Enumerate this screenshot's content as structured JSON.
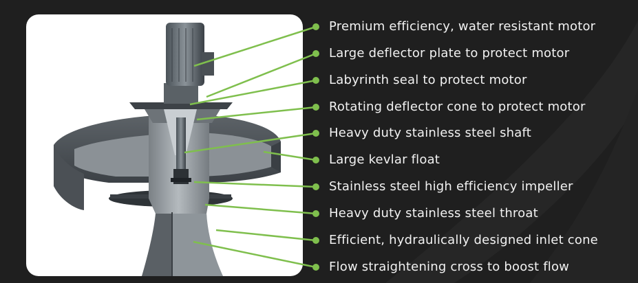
{
  "diagram": {
    "accent_color": "#7fbf4d",
    "callouts": [
      {
        "text": "Premium efficiency, water resistant motor"
      },
      {
        "text": "Large deflector plate to protect motor"
      },
      {
        "text": "Labyrinth seal to protect motor"
      },
      {
        "text": "Rotating deflector cone to protect motor"
      },
      {
        "text": "Heavy duty stainless steel shaft"
      },
      {
        "text": "Large kevlar float"
      },
      {
        "text": "Stainless steel high efficiency impeller"
      },
      {
        "text": "Heavy duty stainless steel throat"
      },
      {
        "text": "Efficient, hydraulically designed inlet cone"
      },
      {
        "text": "Flow straightening cross to boost flow"
      }
    ]
  }
}
